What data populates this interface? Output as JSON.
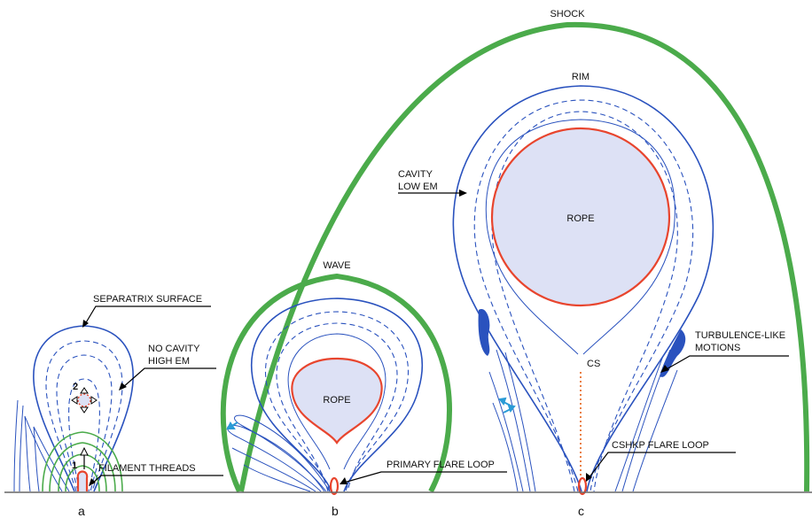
{
  "colors": {
    "field_lines": "#2a52be",
    "shock_wave": "#4bab4b",
    "flux_rope": "#e8452e",
    "rope_fill": "#dde1f5",
    "flow_arrows": "#2a9bd6"
  },
  "labels": {
    "shock": "SHOCK",
    "rim": "RIM",
    "cavity_line1": "CAVITY",
    "cavity_line2": "LOW EM",
    "rope_c": "ROPE",
    "wave": "WAVE",
    "rope_b": "ROPE",
    "separatrix": "SEPARATRIX SURFACE",
    "no_cavity_line1": "NO CAVITY",
    "no_cavity_line2": "HIGH EM",
    "marker_2": "2",
    "marker_1": "1",
    "filament_threads": "FILAMENT THREADS",
    "primary_flare_loop": "PRIMARY FLARE LOOP",
    "cs": "CS",
    "turbulence_line1": "TURBULENCE-LIKE",
    "turbulence_line2": "MOTIONS",
    "cshkp_flare_loop": "CSHKP FLARE LOOP"
  },
  "panels": {
    "a": "a",
    "b": "b",
    "c": "c"
  }
}
